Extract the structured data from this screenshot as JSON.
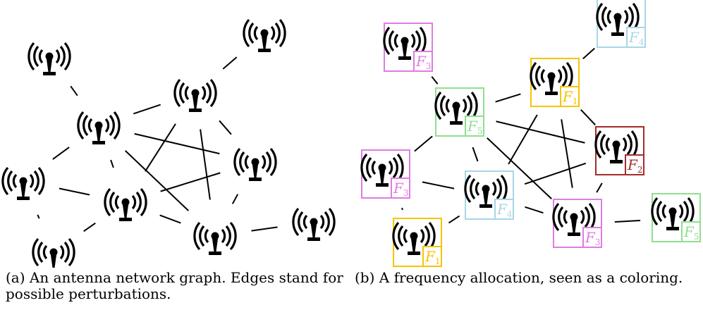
{
  "figure_a": {
    "caption": "(a)  An antenna network graph.  Edges stand for possible perturbations."
  },
  "figure_b": {
    "caption": "(b)  A frequency allocation, seen as a coloring.",
    "frequency_colors": {
      "F1": "#f5c400",
      "F2": "#a32c2c",
      "F3": "#e07be0",
      "F4": "#a8d6e6",
      "F5": "#8ee08e"
    },
    "node_labels": [
      {
        "sub": "3",
        "color_key": "F3"
      },
      {
        "sub": "4",
        "color_key": "F4"
      },
      {
        "sub": "1",
        "color_key": "F1"
      },
      {
        "sub": "5",
        "color_key": "F5"
      },
      {
        "sub": "2",
        "color_key": "F2"
      },
      {
        "sub": "3",
        "color_key": "F3"
      },
      {
        "sub": "4",
        "color_key": "F4"
      },
      {
        "sub": "3",
        "color_key": "F3"
      },
      {
        "sub": "5",
        "color_key": "F5"
      },
      {
        "sub": "1",
        "color_key": "F1"
      }
    ]
  },
  "icon": "antenna-icon"
}
